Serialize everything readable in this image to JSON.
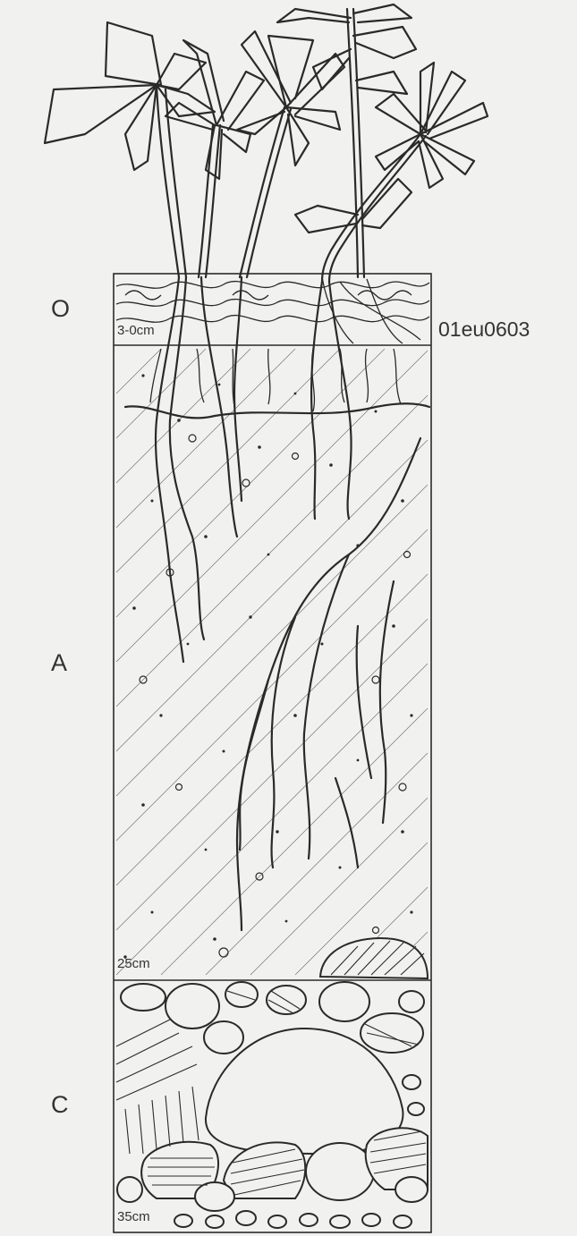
{
  "horizons": [
    {
      "name": "O",
      "depth_label": "3-0cm"
    },
    {
      "name": "A",
      "depth_label": "25cm"
    },
    {
      "name": "C",
      "depth_label": "35cm"
    }
  ],
  "sample_code": "01eu0603",
  "colors": {
    "ink": "#2a2a2a",
    "paper": "#f1f1ef"
  }
}
